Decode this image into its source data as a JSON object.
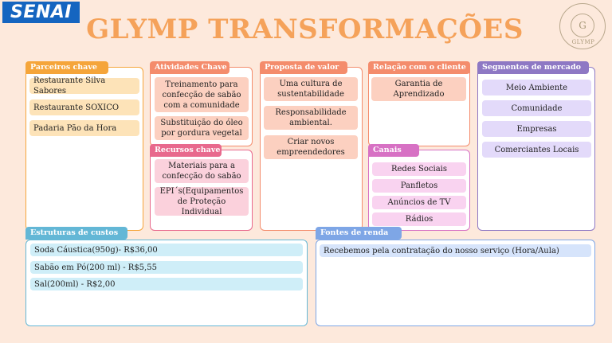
{
  "header": {
    "logo": "SENAI",
    "title": "GLYMP TRANSFORMAÇÕES",
    "seal_letter": "G",
    "seal_text": "GLYMP"
  },
  "colors": {
    "background": "#fde9dc",
    "title": "#f5a25a",
    "parceiros": "#f5a53a",
    "atividades": "#f48c6c",
    "recursos": "#e8698d",
    "proposta": "#f48c6c",
    "relacao": "#f48c6c",
    "canais": "#d771c4",
    "segmentos": "#8e78c4",
    "custos": "#63b7d6",
    "receita": "#7ea6e6"
  },
  "parceiros": {
    "label": "Parceiros chave",
    "items": [
      "Restaurante Silva Sabores",
      "Restaurante SOXICO",
      "Padaria Pão da Hora"
    ]
  },
  "atividades": {
    "label": "Atividades Chave",
    "items": [
      "Treinamento para confecção de sabão com a comunidade",
      "Substituição do óleo por gordura vegetal"
    ]
  },
  "recursos": {
    "label": "Recursos chave",
    "items": [
      "Materiais para a confecção do sabão",
      "EPI´s(Equipamentos de Proteção Individual"
    ]
  },
  "proposta": {
    "label": "Proposta de valor",
    "items": [
      "Uma cultura de sustentabilidade",
      "Responsabilidade ambiental.",
      "Criar novos empreendedores"
    ]
  },
  "relacao": {
    "label": "Relação com o cliente",
    "items": [
      "Garantia de Aprendizado"
    ]
  },
  "canais": {
    "label": "Canais",
    "items": [
      "Redes Sociais",
      "Panfletos",
      "Anúncios de TV",
      "Rádios"
    ]
  },
  "segmentos": {
    "label": "Segmentos de mercado",
    "items": [
      "Meio Ambiente",
      "Comunidade",
      "Empresas",
      "Comerciantes Locais"
    ]
  },
  "custos": {
    "label": "Estruturas de custos",
    "items": [
      "Soda Cáustica(950g)- R$36,00",
      "Sabão em Pó(200 ml) - R$5,55",
      "Sal(200ml) - R$2,00"
    ]
  },
  "receita": {
    "label": "Fontes de renda",
    "items": [
      "Recebemos pela contratação do nosso serviço (Hora/Aula)"
    ]
  }
}
